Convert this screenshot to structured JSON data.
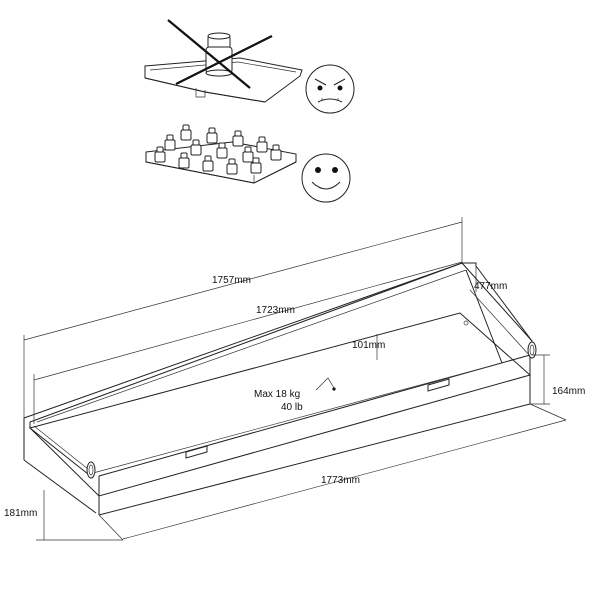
{
  "dimensions": {
    "outer_length": "1757mm",
    "inner_length": "1723mm",
    "front_length": "1773mm",
    "depth": "477mm",
    "inner_height": "101mm",
    "outer_height": "164mm",
    "total_height": "181mm"
  },
  "load": {
    "max_kg": "Max 18 kg",
    "max_lb": "40 lb"
  },
  "icons": {
    "bad": "angry-face-icon",
    "good": "smiley-face-icon"
  },
  "colors": {
    "line": "#222222",
    "background": "#ffffff"
  }
}
